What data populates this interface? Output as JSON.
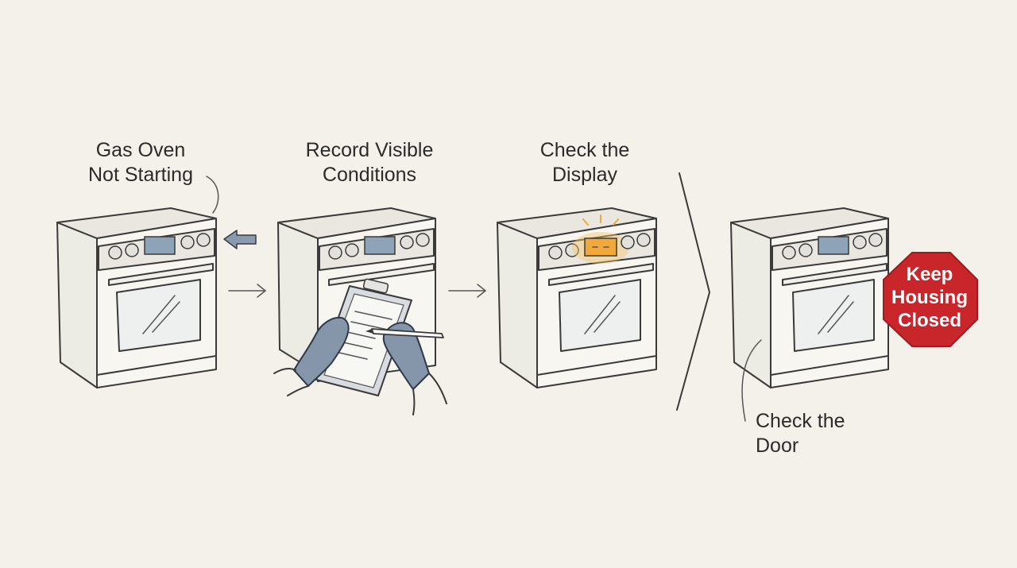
{
  "steps": [
    {
      "id": "step-1",
      "label_line1": "Gas Oven",
      "label_line2": "Not Starting"
    },
    {
      "id": "step-2",
      "label_line1": "Record Visible",
      "label_line2": "Conditions"
    },
    {
      "id": "step-3",
      "label_line1": "Check the",
      "label_line2": "Display"
    },
    {
      "id": "step-4",
      "label_line1": "Check the",
      "label_line2": "Door"
    }
  ],
  "warning_sign": {
    "line1": "Keep",
    "line2": "Housing",
    "line3": "Closed",
    "color": "#c8262b"
  },
  "colors": {
    "background": "#f3f1ea",
    "display_highlight": "#f0a93a",
    "pointer_arrow": "#8a9bb0",
    "glove": "#8596ab"
  },
  "icons": [
    "oven-icon",
    "clipboard-icon",
    "pen-icon",
    "glove-icon",
    "pointer-arrow-icon",
    "stop-sign-icon",
    "display-glow-icon"
  ]
}
